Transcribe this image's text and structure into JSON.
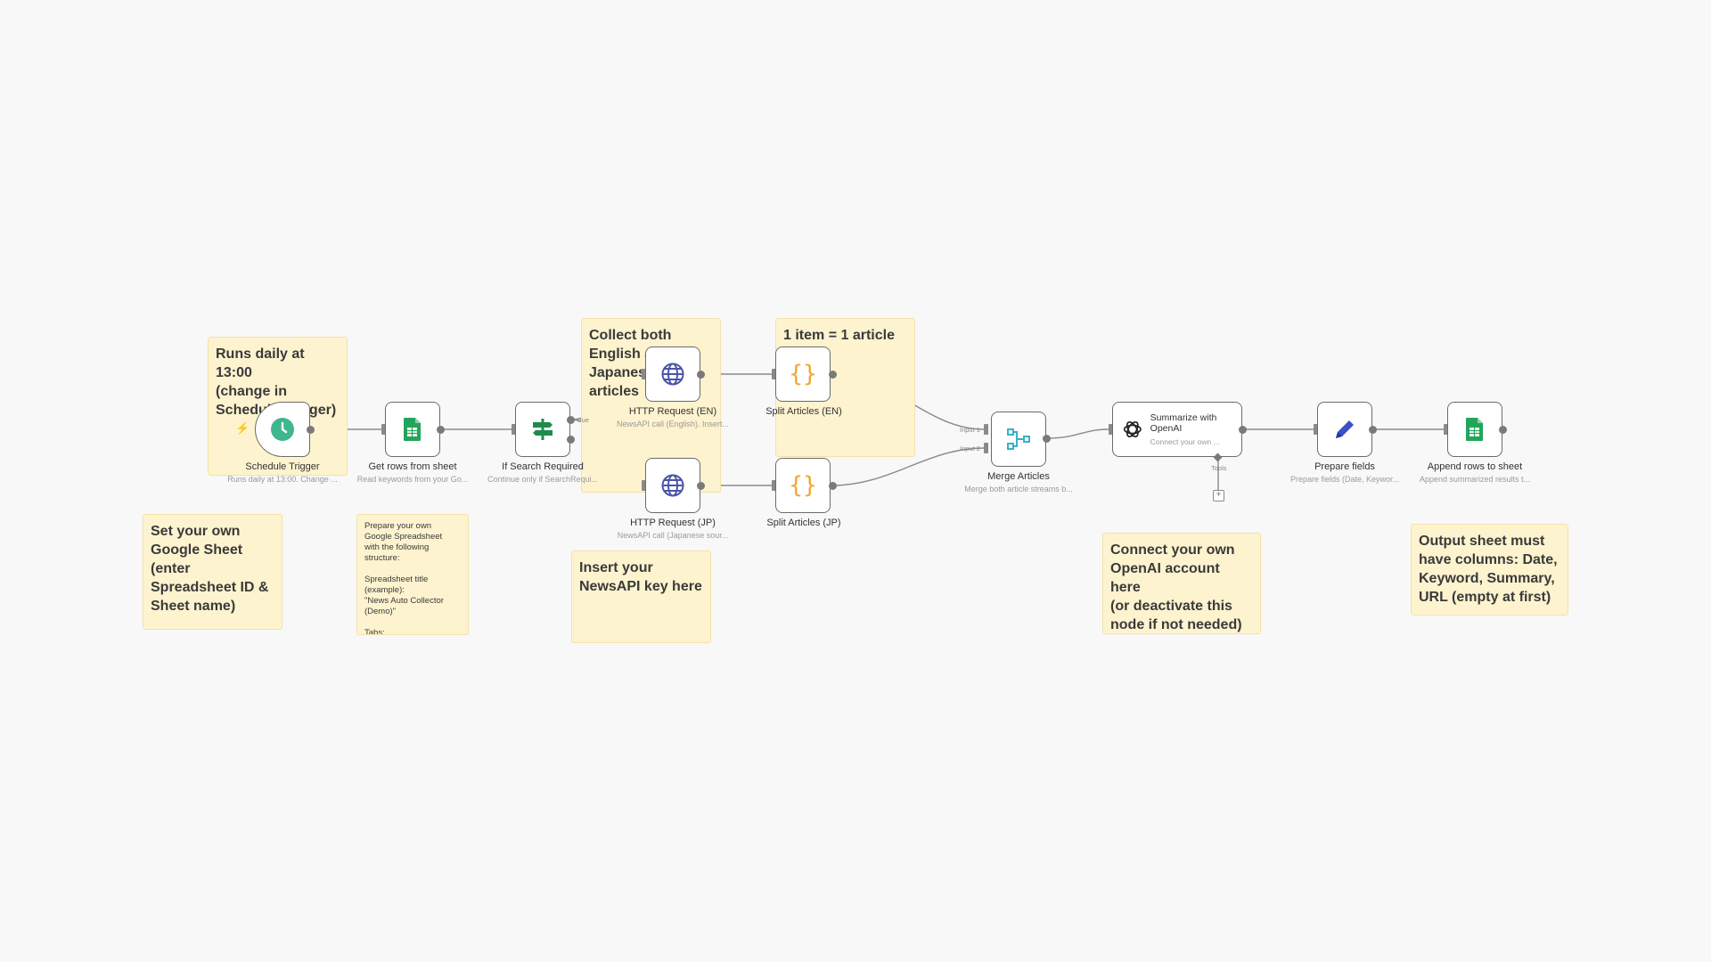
{
  "sticky_notes": {
    "runs_daily": "Runs daily at 13:00\n(change in\nSchedule Trigger)",
    "collect": "Collect both\nEnglish and\nJapanese\narticles",
    "one_item": "1 item = 1 article",
    "set_sheet": "Set your own\nGoogle Sheet\n(enter\nSpreadsheet ID &\nSheet name)",
    "prepare_sheet": "Prepare your own\nGoogle Spreadsheet\nwith the following\nstructure:\n\nSpreadsheet title\n(example):\n\"News Auto Collector\n(Demo)\"\n\nTabs:",
    "newsapi_key": "Insert your\nNewsAPI key here",
    "openai": "Connect your own\nOpenAI account here\n(or deactivate this\nnode if not needed)",
    "output_sheet": "Output sheet must\nhave columns: Date,\nKeyword, Summary,\nURL (empty at first)"
  },
  "nodes": {
    "schedule_trigger": {
      "label": "Schedule Trigger",
      "sub": "Runs daily at 13:00. Change ...",
      "icon": "clock-icon"
    },
    "get_rows": {
      "label": "Get rows from sheet",
      "sub": "Read keywords from your Go...",
      "icon": "google-sheets-icon"
    },
    "if_search": {
      "label": "If Search Required",
      "sub": "Continue only if SearchRequi...",
      "icon": "signpost-icon",
      "true_label": "true"
    },
    "http_en": {
      "label": "HTTP Request (EN)",
      "sub": "NewsAPI call (English). Insert...",
      "icon": "globe-icon"
    },
    "http_jp": {
      "label": "HTTP Request (JP)",
      "sub": "NewsAPI call (Japanese sour...",
      "icon": "globe-icon"
    },
    "split_en": {
      "label": "Split Articles (EN)",
      "icon": "code-braces-icon"
    },
    "split_jp": {
      "label": "Split Articles (JP)",
      "icon": "code-braces-icon"
    },
    "merge": {
      "label": "Merge Articles",
      "sub": "Merge both article streams b...",
      "icon": "merge-icon",
      "input1": "Input 1",
      "input2": "Input 2"
    },
    "summarize": {
      "title": "Summarize with OpenAI",
      "sub": "Connect your own ...",
      "icon": "openai-icon",
      "tools_label": "Tools"
    },
    "prepare_fields": {
      "label": "Prepare fields",
      "sub": "Prepare fields (Date, Keywor...",
      "icon": "pencil-icon"
    },
    "append_rows": {
      "label": "Append rows to sheet",
      "sub": "Append summarized results t...",
      "icon": "google-sheets-icon"
    }
  },
  "colors": {
    "sticky_bg": "#fdf3cf",
    "clock": "#3fb68f",
    "sheets": "#22a55a",
    "signpost": "#1e8b4c",
    "globe": "#4a55a8",
    "braces": "#f0a830",
    "merge": "#3ab0c8",
    "pencil": "#3d4fc4",
    "trigger_bolt": "#ff5a4e"
  }
}
